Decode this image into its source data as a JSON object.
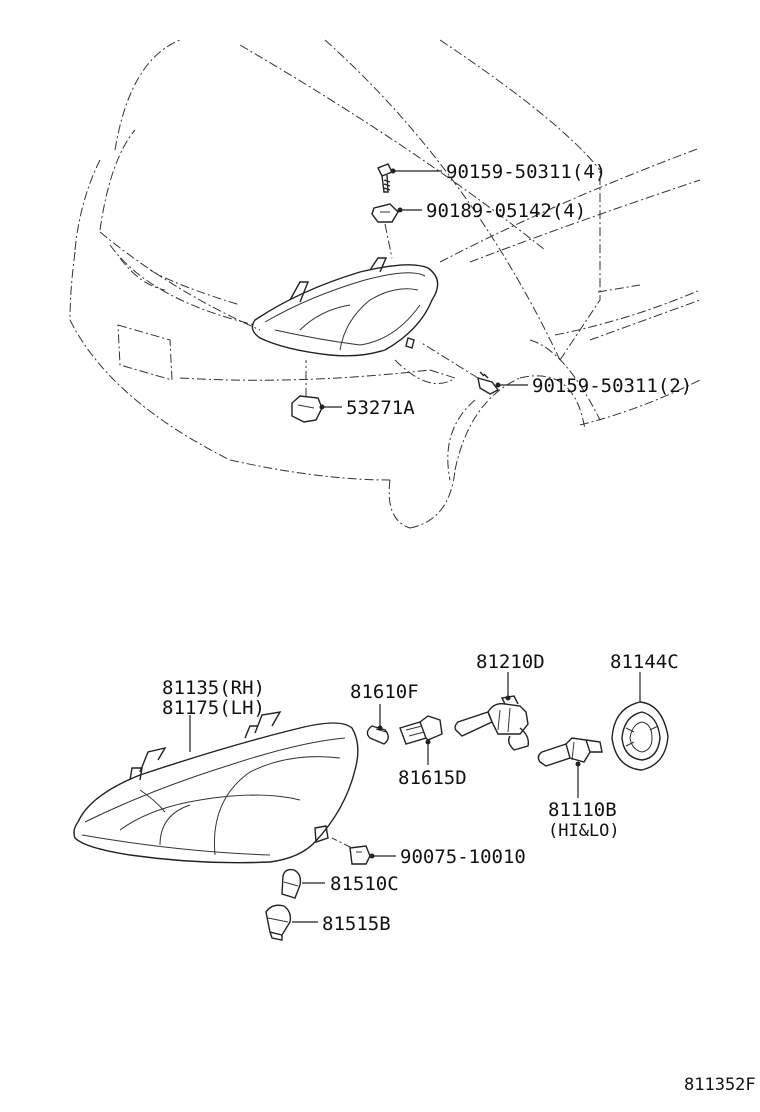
{
  "parts": {
    "p1": "90159-50311(4)",
    "p2": "90189-05142(4)",
    "p3": "90159-50311(2)",
    "p4": "53271A",
    "p5_rh": "81135(RH)",
    "p5_lh": "81175(LH)",
    "p6": "81610F",
    "p7": "81615D",
    "p8": "81210D",
    "p9": "81144C",
    "p10": "81110B",
    "p10_note": "(HI&LO)",
    "p11": "90075-10010",
    "p12": "81510C",
    "p13": "81515B"
  },
  "figure_id": "811352F"
}
